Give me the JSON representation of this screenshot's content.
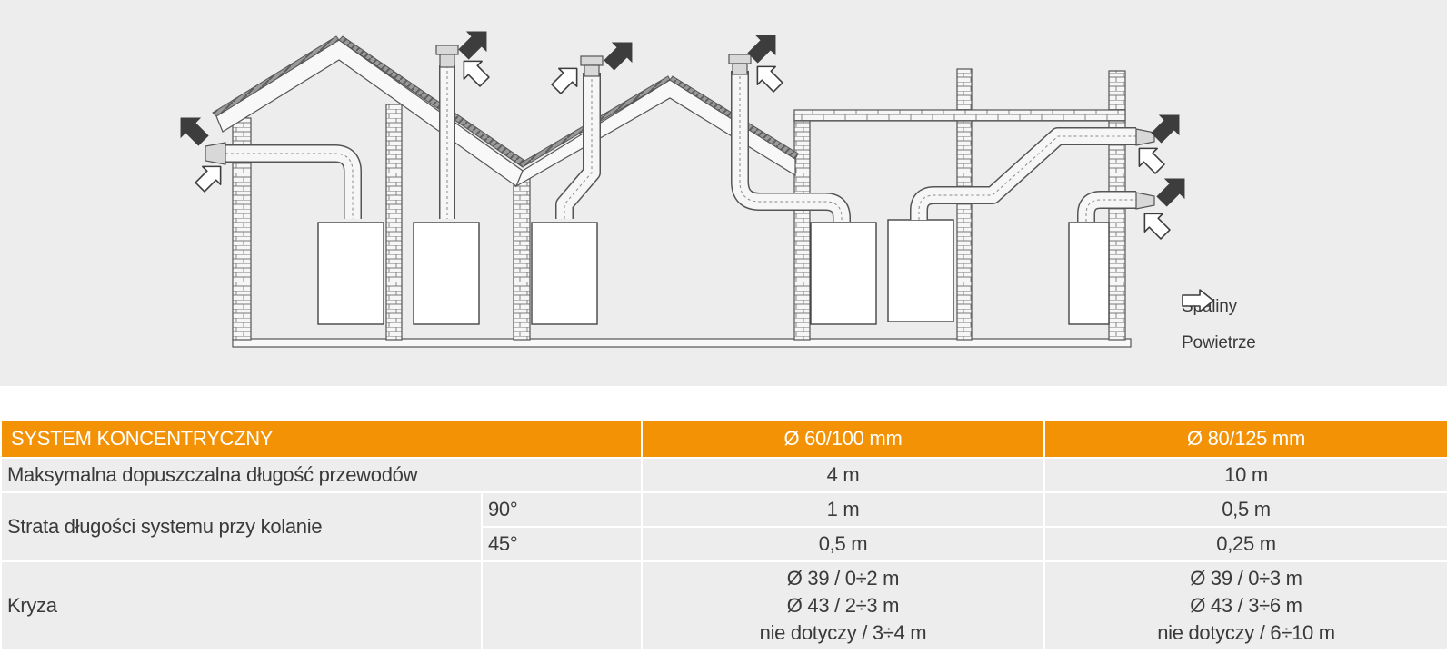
{
  "legend": {
    "exhaust_label": "Spaliny",
    "air_label": "Powietrze"
  },
  "table": {
    "header": {
      "system": "SYSTEM KONCENTRYCZNY",
      "col1": "Ø 60/100 mm",
      "col2": "Ø 80/125 mm"
    },
    "rows": {
      "max_length": {
        "label": "Maksymalna dopuszczalna długość przewodów",
        "col1": "4 m",
        "col2": "10 m"
      },
      "elbow_loss": {
        "label": "Strata długości systemu przy kolanie",
        "deg90": "90°",
        "deg90_col1": "1 m",
        "deg90_col2": "0,5 m",
        "deg45": "45°",
        "deg45_col1": "0,5 m",
        "deg45_col2": "0,25 m"
      },
      "kryza": {
        "label": "Kryza",
        "col1": [
          "Ø 39 / 0÷2 m",
          "Ø 43 / 2÷3 m",
          "nie dotyczy / 3÷4 m"
        ],
        "col2": [
          "Ø 39 / 0÷3 m",
          "Ø 43 / 3÷6 m",
          "nie dotyczy / 6÷10 m"
        ]
      }
    }
  },
  "colors": {
    "header_bg": "#f39205",
    "cell_bg": "#ededed",
    "diagram_bg": "#ededed",
    "arrow_dark": "#3d3d3d"
  }
}
